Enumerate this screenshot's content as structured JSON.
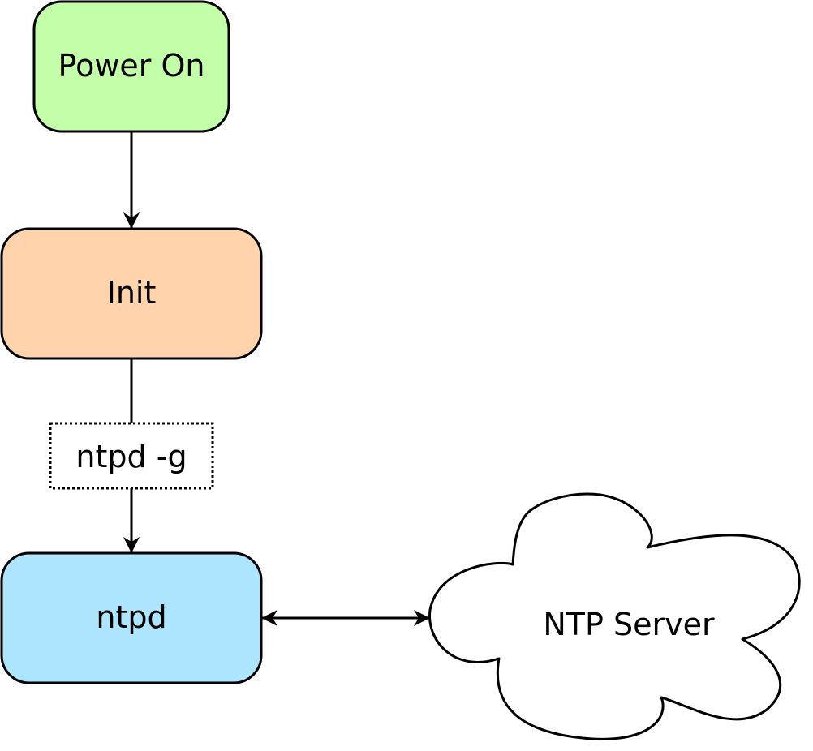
{
  "nodes": {
    "power_on": {
      "label": "Power On",
      "fill": "#c3ffa8"
    },
    "init": {
      "label": "Init",
      "fill": "#ffd4ad"
    },
    "command": {
      "label": "ntpd -g",
      "fill": "#ffffff"
    },
    "ntpd": {
      "label": "ntpd",
      "fill": "#ade5ff"
    },
    "ntp_server": {
      "label": "NTP Server",
      "fill": "#ffffff"
    }
  },
  "edges": [
    {
      "from": "Power On",
      "to": "Init",
      "direction": "one-way"
    },
    {
      "from": "Init",
      "to": "ntpd",
      "label": "ntpd -g",
      "direction": "one-way"
    },
    {
      "from": "ntpd",
      "to": "NTP Server",
      "direction": "bidirectional"
    }
  ],
  "colors": {
    "stroke": "#000000"
  }
}
